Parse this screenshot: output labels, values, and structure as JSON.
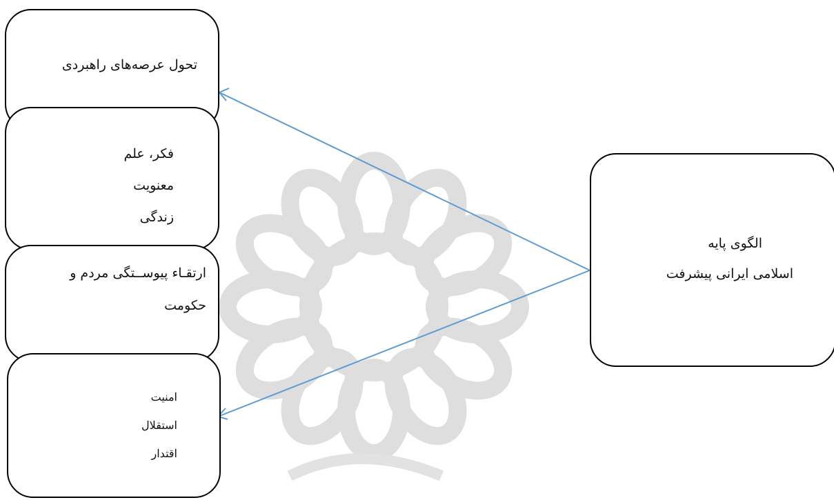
{
  "diagram": {
    "center_box": {
      "line1": "الگوی پایه",
      "line2": "اسلامی ایرانی پیشرفت"
    },
    "box_strategic": {
      "label": "تحول عرصه‌های راهبردی"
    },
    "box_thought": {
      "line1": "فکر، علم",
      "line2": "معنویت",
      "line3": "زندگی"
    },
    "box_people": {
      "line1": "ارتقـاء پیوســتگی مردم و",
      "line2": "حکومت"
    },
    "box_security": {
      "line1": "امنیت",
      "line2": "استقلال",
      "line3": "اقتدار"
    }
  },
  "colors": {
    "arrow": "#5b9bd5",
    "border": "#000000",
    "watermark": "#d6d6d6"
  },
  "watermark": {
    "caption_icon": "institute-rosette-logo"
  }
}
